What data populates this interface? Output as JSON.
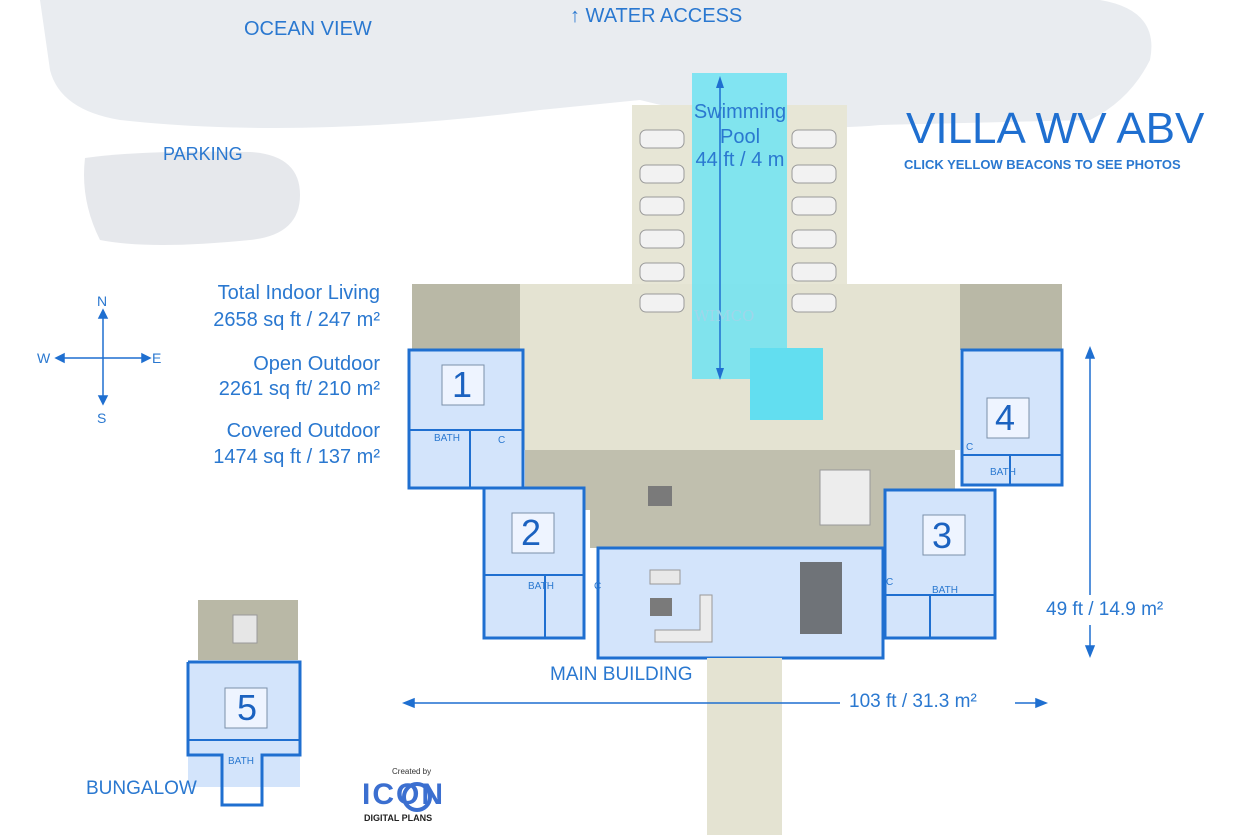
{
  "title": "VILLA WV ABV",
  "subtitle": "CLICK YELLOW BEACONS TO SEE PHOTOS",
  "top_labels": {
    "ocean_view": "OCEAN VIEW",
    "water_access": "↑ WATER ACCESS",
    "parking": "PARKING"
  },
  "pool": {
    "name_line1": "Swimming",
    "name_line2": "Pool",
    "size": "44 ft / 4 m",
    "watermark": "WIMCO"
  },
  "areas": [
    {
      "label": "Total Indoor Living",
      "value": "2658 sq ft / 247 m²"
    },
    {
      "label": "Open Outdoor",
      "value": "2261 sq ft/ 210 m²"
    },
    {
      "label": "Covered Outdoor",
      "value": "1474 sq ft / 137 m²"
    }
  ],
  "compass": {
    "n": "N",
    "s": "S",
    "e": "E",
    "w": "W"
  },
  "bedrooms": [
    "1",
    "2",
    "3",
    "4",
    "5"
  ],
  "room_labels": {
    "bath": "BATH",
    "closet": "C"
  },
  "buildings": {
    "main": "MAIN BUILDING",
    "bungalow": "BUNGALOW"
  },
  "dimensions": {
    "width": "103 ft / 31.3 m²",
    "depth": "49 ft / 14.9 m²"
  },
  "credit": {
    "created_by": "Created by",
    "brand": "ICON",
    "brand_sub": "DIGITAL PLANS"
  },
  "colors": {
    "wall": "#1f6fd0",
    "room_fill": "#cfe2fb",
    "deck": "#e3e3d3",
    "covered": "#b8b8a4",
    "pool": "#66dff0",
    "label": "#2a78d0"
  }
}
